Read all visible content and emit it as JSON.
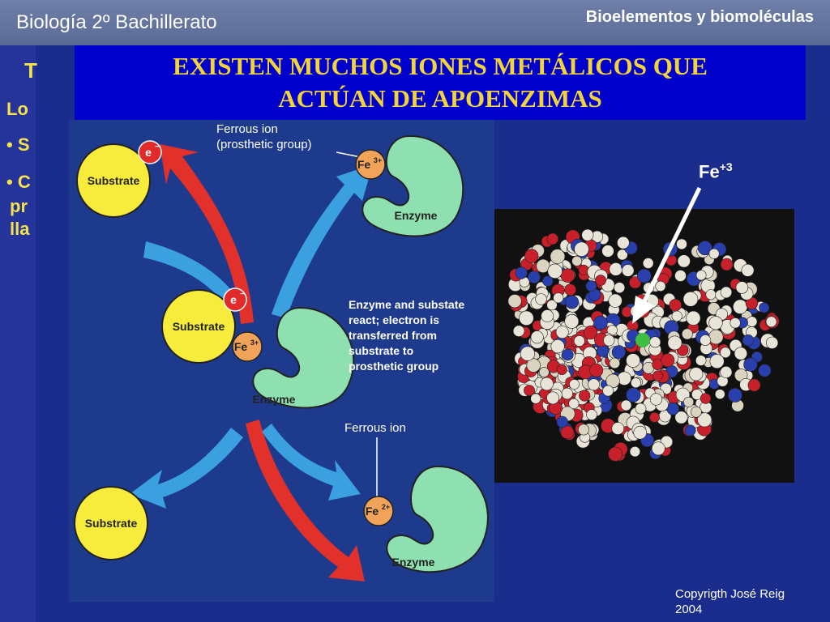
{
  "header": {
    "course": "Biología 2º Bachillerato",
    "topic": "Bioelementos y biomoléculas"
  },
  "partial_text": [
    "T",
    "Lo",
    "• S",
    "• C",
    "pr",
    "lla"
  ],
  "banner": {
    "line1": "EXISTEN MUCHOS IONES METÁLICOS QUE",
    "line2": "ACTÚAN DE APOENZIMAS"
  },
  "diagram": {
    "substrate": "Substrate",
    "enzyme": "Enzyme",
    "electron": "e",
    "fe3": "Fe",
    "fe3_sup": "3+",
    "fe2_sup": "2+",
    "label_top_1": "Ferrous ion",
    "label_top_2": "(prosthetic group)",
    "label_mid": [
      "Enzyme and substate",
      "react; electron is",
      "transferred from",
      "substrate to",
      "prosthetic group"
    ],
    "label_bottom": "Ferrous ion",
    "colors": {
      "substrate": "#f7ec3c",
      "enzyme": "#8fe0b0",
      "iron": "#f2a35a",
      "electron": "#e22a2a",
      "arrow_red": "#e2302a",
      "arrow_blue": "#3aa0e0"
    }
  },
  "photo": {
    "fe_label": "Fe",
    "fe_sup": "+3"
  },
  "footer": {
    "copyright_line1": "Copyrigth José Reig",
    "copyright_line2": "2004"
  }
}
